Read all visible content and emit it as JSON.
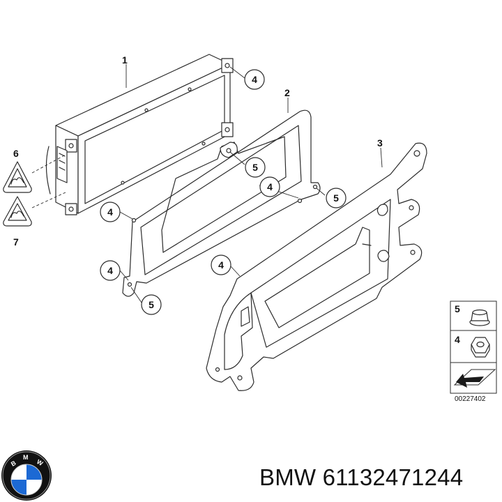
{
  "diagram": {
    "labels": {
      "part_1": "1",
      "part_2": "2",
      "part_3": "3",
      "part_6": "6",
      "part_7": "7",
      "nut_4": "4",
      "nut_5": "5"
    },
    "legend": {
      "item_5": "5",
      "item_4": "4",
      "drawing_number": "00227402"
    }
  },
  "caption": {
    "brand": "BMW",
    "part_number": "61132471244",
    "text": "BMW 61132471244"
  },
  "logo": {
    "brand_letters": "BMW",
    "colors": {
      "blue": "#1c69d4",
      "ring": "#111111",
      "white": "#ffffff"
    }
  }
}
